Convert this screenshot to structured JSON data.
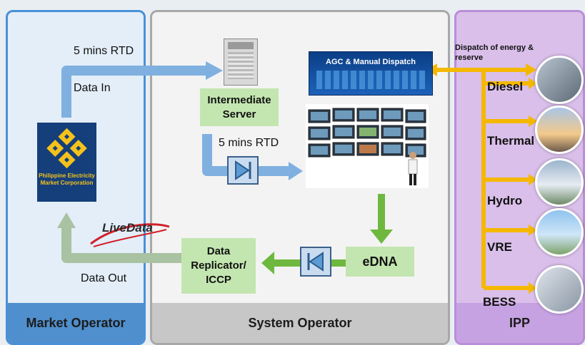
{
  "panels": {
    "market_operator": "Market Operator",
    "system_operator": "System Operator",
    "ipp": "IPP"
  },
  "labels": {
    "rtd_top": "5 mins RTD",
    "data_in": "Data In",
    "rtd_mid": "5 mins RTD",
    "data_out": "Data Out",
    "dispatch": "Dispatch of energy & reserve"
  },
  "logo": {
    "line1": "Philippine Electricity",
    "line2": "Market Corporation"
  },
  "livedata": "LiveData",
  "boxes": {
    "intermediate_server": "Intermediate Server",
    "agc": "AGC & Manual Dispatch",
    "edna": "eDNA",
    "data_replicator": "Data Replicator/ ICCP"
  },
  "generators": [
    "Diesel",
    "Thermal",
    "Hydro",
    "VRE",
    "BESS"
  ],
  "colors": {
    "market_border": "#4a90d9",
    "system_border": "#a8a8a8",
    "ipp_bg": "#d9bfe9",
    "arrow_blue": "#5b9bd5",
    "arrow_green": "#6fb83f",
    "arrow_gray": "#9ab896",
    "arrow_yellow": "#f5b800"
  },
  "icons": [
    "server-rack-icon",
    "forward-diode-icon",
    "reverse-diode-icon",
    "operator-person-icon"
  ]
}
